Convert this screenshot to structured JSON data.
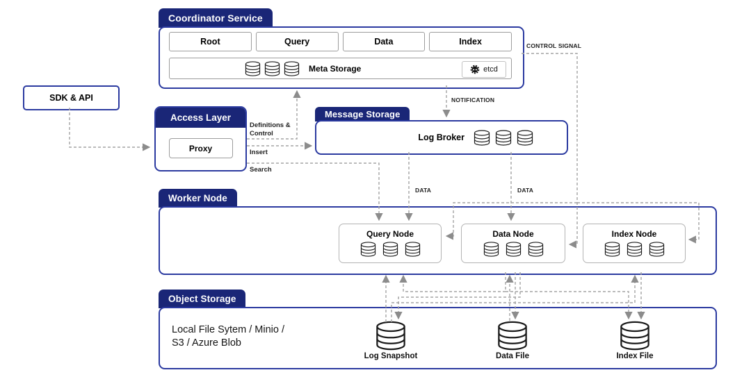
{
  "diagram": {
    "sdk": {
      "label": "SDK & API"
    },
    "access_layer": {
      "title": "Access Layer",
      "proxy": "Proxy"
    },
    "coordinator": {
      "title": "Coordinator Service",
      "services": [
        "Root",
        "Query",
        "Data",
        "Index"
      ],
      "meta_storage": "Meta Storage",
      "etcd": "etcd"
    },
    "message_storage": {
      "title": "Message Storage",
      "log_broker": "Log Broker"
    },
    "worker_node": {
      "title": "Worker Node",
      "nodes": [
        "Query Node",
        "Data Node",
        "Index Node"
      ]
    },
    "object_storage": {
      "title": "Object Storage",
      "description": "Local File Sytem / Minio /\nS3 / Azure Blob",
      "files": [
        "Log Snapshot",
        "Data File",
        "Index File"
      ]
    },
    "edges": {
      "control_signal": "CONTROL SIGNAL",
      "notification": "NOTIFICATION",
      "definitions_control": "Definitions &\nControl",
      "insert": "Insert",
      "search": "Search",
      "data_to_query": "DATA",
      "data_to_data": "DATA"
    },
    "colors": {
      "navy": "#1a2677",
      "border_blue": "#2b3aa0",
      "line_gray": "#a3a3a3"
    }
  }
}
